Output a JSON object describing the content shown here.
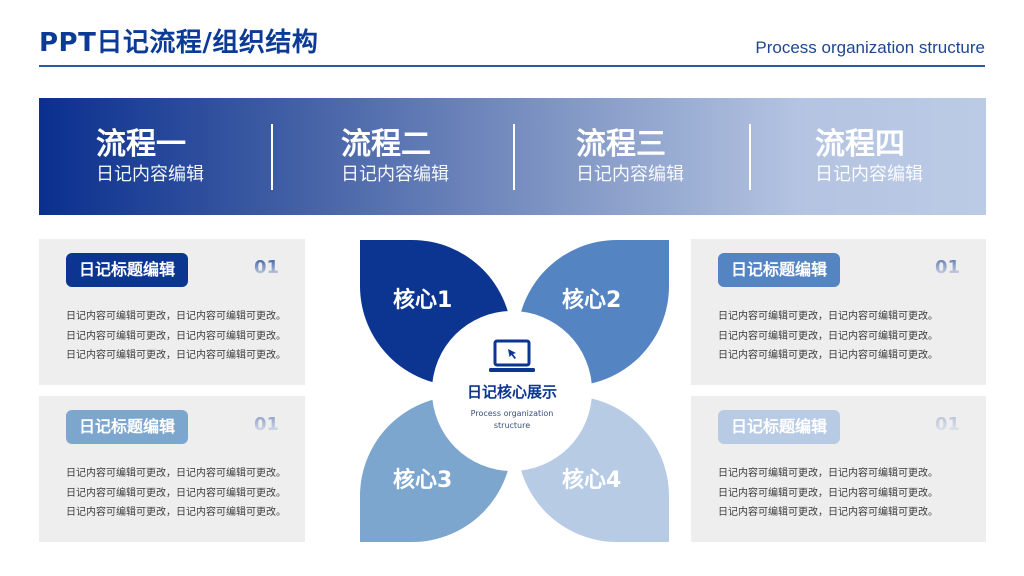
{
  "header": {
    "title": "PPT日记流程/组织结构",
    "subtitle": "Process organization structure"
  },
  "banner": {
    "steps": [
      {
        "name": "流程一",
        "desc": "日记内容编辑"
      },
      {
        "name": "流程二",
        "desc": "日记内容编辑"
      },
      {
        "name": "流程三",
        "desc": "日记内容编辑"
      },
      {
        "name": "流程四",
        "desc": "日记内容编辑"
      }
    ]
  },
  "cards": [
    {
      "tag": "日记标题编辑",
      "num": "01",
      "tag_color": "#0c3591",
      "lines": [
        "日记内容可编辑可更改，日记内容可编辑可更改。",
        "日记内容可编辑可更改，日记内容可编辑可更改。",
        "日记内容可编辑可更改，日记内容可编辑可更改。"
      ]
    },
    {
      "tag": "日记标题编辑",
      "num": "01",
      "tag_color": "#7da6cf",
      "lines": [
        "日记内容可编辑可更改，日记内容可编辑可更改。",
        "日记内容可编辑可更改，日记内容可编辑可更改。",
        "日记内容可编辑可更改，日记内容可编辑可更改。"
      ]
    },
    {
      "tag": "日记标题编辑",
      "num": "01",
      "tag_color": "#5584c3",
      "lines": [
        "日记内容可编辑可更改，日记内容可编辑可更改。",
        "日记内容可编辑可更改，日记内容可编辑可更改。",
        "日记内容可编辑可更改，日记内容可编辑可更改。"
      ]
    },
    {
      "tag": "日记标题编辑",
      "num": "01",
      "tag_color": "#b8cbe5",
      "lines": [
        "日记内容可编辑可更改，日记内容可编辑可更改。",
        "日记内容可编辑可更改，日记内容可编辑可更改。",
        "日记内容可编辑可更改，日记内容可编辑可更改。"
      ]
    }
  ],
  "core": {
    "petals": [
      "核心1",
      "核心2",
      "核心3",
      "核心4"
    ],
    "petal_colors": [
      "#0c3591",
      "#5584c3",
      "#7da6cf",
      "#b8cbe5"
    ],
    "hub_icon": "laptop-cursor-icon",
    "hub_title": "日记核心展示",
    "hub_sub": "Process organization structure"
  },
  "colors": {
    "accent": "#0b3b96",
    "card_bg": "#eeeeee"
  }
}
